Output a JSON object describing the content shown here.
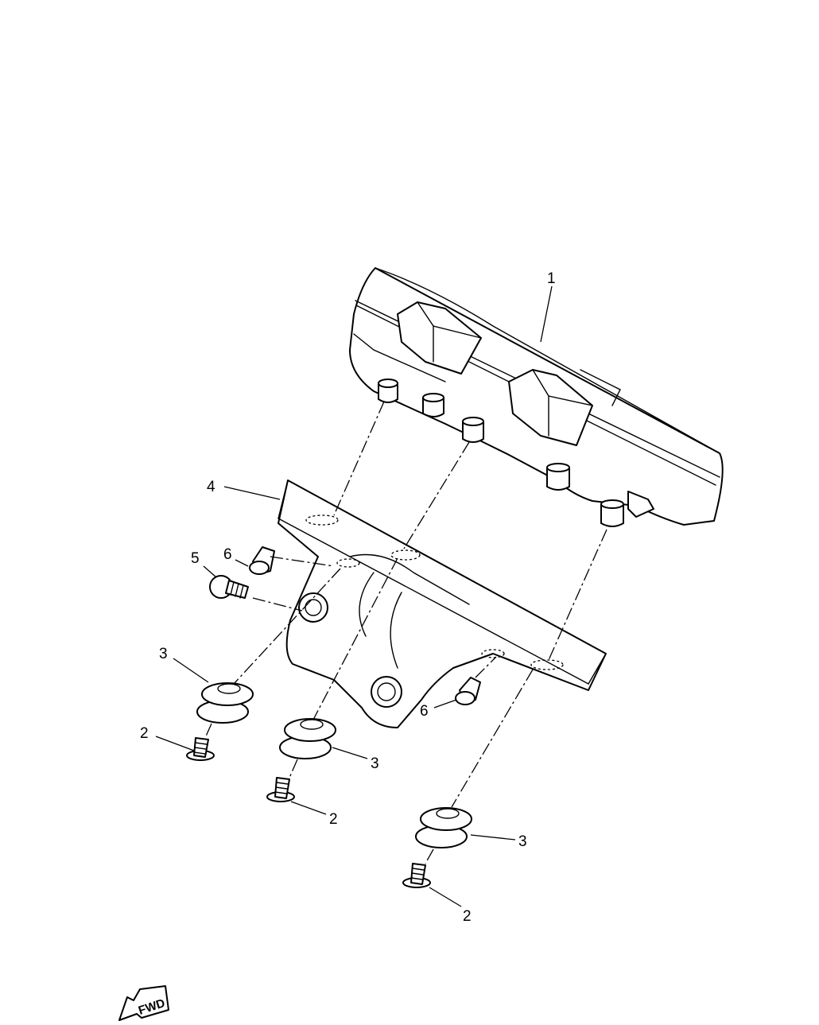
{
  "callouts": {
    "c1": "1",
    "c2a": "2",
    "c2b": "2",
    "c2c": "2",
    "c3a": "3",
    "c3b": "3",
    "c3c": "3",
    "c4": "4",
    "c5": "5",
    "c6a": "6",
    "c6b": "6"
  },
  "direction_badge": {
    "label": "FWD"
  }
}
